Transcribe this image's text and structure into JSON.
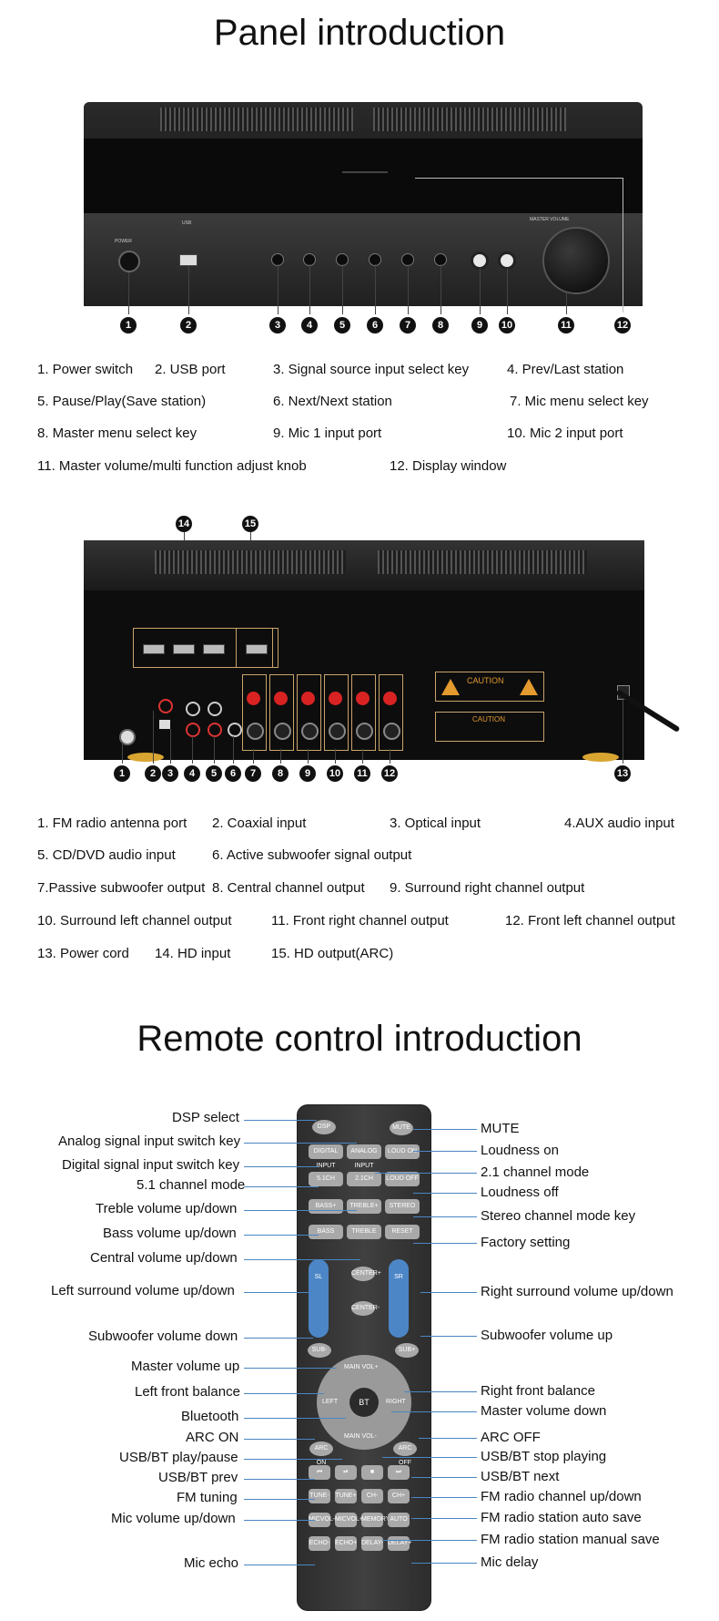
{
  "panel": {
    "title": "Panel introduction",
    "front_text": {
      "power": "POWER",
      "usb": "USB",
      "master": "MASTER VOLUME"
    },
    "front_labels": [
      "1. Power switch",
      "2. USB port",
      "3. Signal source input select key",
      "4. Prev/Last station",
      "5. Pause/Play(Save station)",
      "6. Next/Next station",
      "7. Mic menu select key",
      "8. Master menu select key",
      "9. Mic 1 input port",
      "10. Mic 2 input port",
      "11. Master volume/multi function adjust knob",
      "12. Display window"
    ],
    "rear_text": {
      "caution": "CAUTION"
    },
    "rear_labels": [
      "1. FM radio antenna port",
      "2. Coaxial input",
      "3. Optical input",
      "4.AUX audio input",
      "5. CD/DVD audio input",
      "6. Active subwoofer signal output",
      "7.Passive subwoofer output",
      "8. Central channel output",
      "9. Surround right channel output",
      "10. Surround left channel output",
      "11. Front right channel output",
      "12. Front left channel output",
      "13. Power cord",
      "14. HD input",
      "15. HD output(ARC)"
    ],
    "numbers": [
      "1",
      "2",
      "3",
      "4",
      "5",
      "6",
      "7",
      "8",
      "9",
      "10",
      "11",
      "12",
      "13",
      "14",
      "15"
    ]
  },
  "remote": {
    "title": "Remote control introduction",
    "left_labels": [
      "DSP select",
      "Analog signal input switch key",
      "Digital signal input switch key",
      "5.1 channel mode",
      "Treble volume up/down",
      "Bass volume up/down",
      "Central volume up/down",
      "Left surround volume up/down",
      "Subwoofer volume down",
      "Master volume up",
      "Left front balance",
      "Bluetooth",
      "ARC ON",
      "USB/BT play/pause",
      "USB/BT prev",
      "FM tuning",
      "Mic volume up/down",
      "Mic echo"
    ],
    "right_labels": [
      "MUTE",
      "Loudness on",
      "2.1 channel mode",
      "Loudness off",
      "Stereo channel mode key",
      "Factory setting",
      "Right surround volume up/down",
      "Subwoofer volume up",
      "Right front balance",
      "Master volume down",
      "ARC OFF",
      "USB/BT stop playing",
      "USB/BT next",
      "FM radio channel up/down",
      "FM radio station auto save",
      "FM radio station manual save",
      "Mic delay"
    ],
    "buttons": {
      "dsp": "DSP",
      "mute": "MUTE",
      "digital": "DIGITAL INPUT",
      "analog": "ANALOG INPUT",
      "loud_on": "LOUD ON",
      "b51": "5.1CH",
      "b21": "2.1CH",
      "loud_off": "LOUD OFF",
      "bass_p": "BASS+",
      "treble_p": "TREBLE+",
      "stereo": "STEREO",
      "bass": "BASS",
      "treble": "TREBLE",
      "reset": "RESET",
      "sl": "SL",
      "sr": "SR",
      "center_p": "CENTER+",
      "center_m": "CENTER-",
      "sub_m": "SUB-",
      "sub_p": "SUB+",
      "main_up": "MAIN VOL+",
      "main_dn": "MAIN VOL-",
      "left": "LEFT",
      "right": "RIGHT",
      "bt": "BT",
      "arc_on": "ARC ON",
      "arc_off": "ARC OFF",
      "tune_m": "TUNE-",
      "tune_p": "TUNE+",
      "ch_m": "CH-",
      "ch_p": "CH+",
      "mic_m": "MICVOL-",
      "mic_p": "MICVOL+",
      "memory": "MEMORY",
      "auto": "AUTO",
      "echo_m": "ECHO-",
      "echo_p": "ECHO+",
      "delay_m": "DELAY-",
      "delay_p": "DELAY+"
    }
  }
}
